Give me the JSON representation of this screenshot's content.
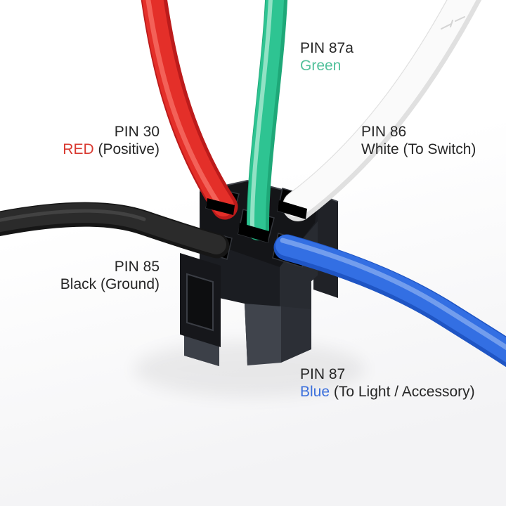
{
  "background_color": "#ffffff",
  "text_color": "#262626",
  "labels": {
    "pin87a": {
      "title": "PIN 87a",
      "colored": "Green",
      "rest": "",
      "color": "#52c19b"
    },
    "pin30": {
      "title": "PIN 30",
      "colored": "RED",
      "rest": " (Positive)",
      "color": "#d93a31"
    },
    "pin86": {
      "title": "PIN 86",
      "colored": "",
      "rest": "White (To Switch)",
      "color": "#262626"
    },
    "pin85": {
      "title": "PIN 85",
      "colored": "",
      "rest": "Black (Ground)",
      "color": "#262626"
    },
    "pin87": {
      "title": "PIN 87",
      "colored": "Blue",
      "rest": " (To Light / Accessory)",
      "color": "#3b6fdc"
    }
  },
  "wires": {
    "red": {
      "color": "#e42f29"
    },
    "green": {
      "color": "#2ec492"
    },
    "white": {
      "color": "#fafafa"
    },
    "black": {
      "color": "#2b2b2b"
    },
    "blue": {
      "color": "#336fe3"
    }
  },
  "socket": {
    "body_color": "#1b1d22"
  }
}
